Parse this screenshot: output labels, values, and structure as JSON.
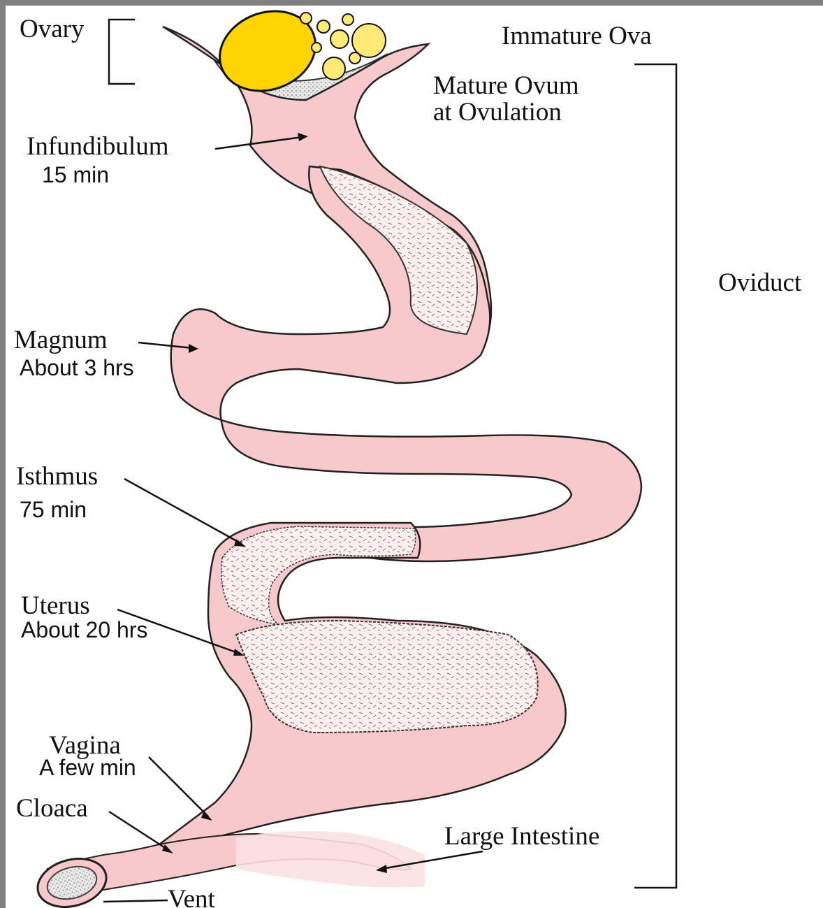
{
  "labels": {
    "ovary": "Ovary",
    "immature_ova": "Immature Ova",
    "mature_ovum": "Mature Ovum",
    "at_ovulation": "at Ovulation",
    "oviduct": "Oviduct",
    "infundibulum": "Infundibulum",
    "infundibulum_time": "15 min",
    "magnum": "Magnum",
    "magnum_time": "About 3 hrs",
    "isthmus": "Isthmus",
    "isthmus_time": "75 min",
    "uterus": "Uterus",
    "uterus_time": "About 20 hrs",
    "vagina": "Vagina",
    "vagina_time": "A few min",
    "cloaca": "Cloaca",
    "large_intestine": "Large Intestine",
    "vent": "Vent"
  },
  "colors": {
    "background_frame": "#808080",
    "canvas": "#ffffff",
    "oviduct_tissue": "#f7c9cc",
    "oviduct_inner": "#fbe5e7",
    "mature_ovum": "#ffd400",
    "immature_ova": "#ffe977",
    "outline": "#222222"
  }
}
